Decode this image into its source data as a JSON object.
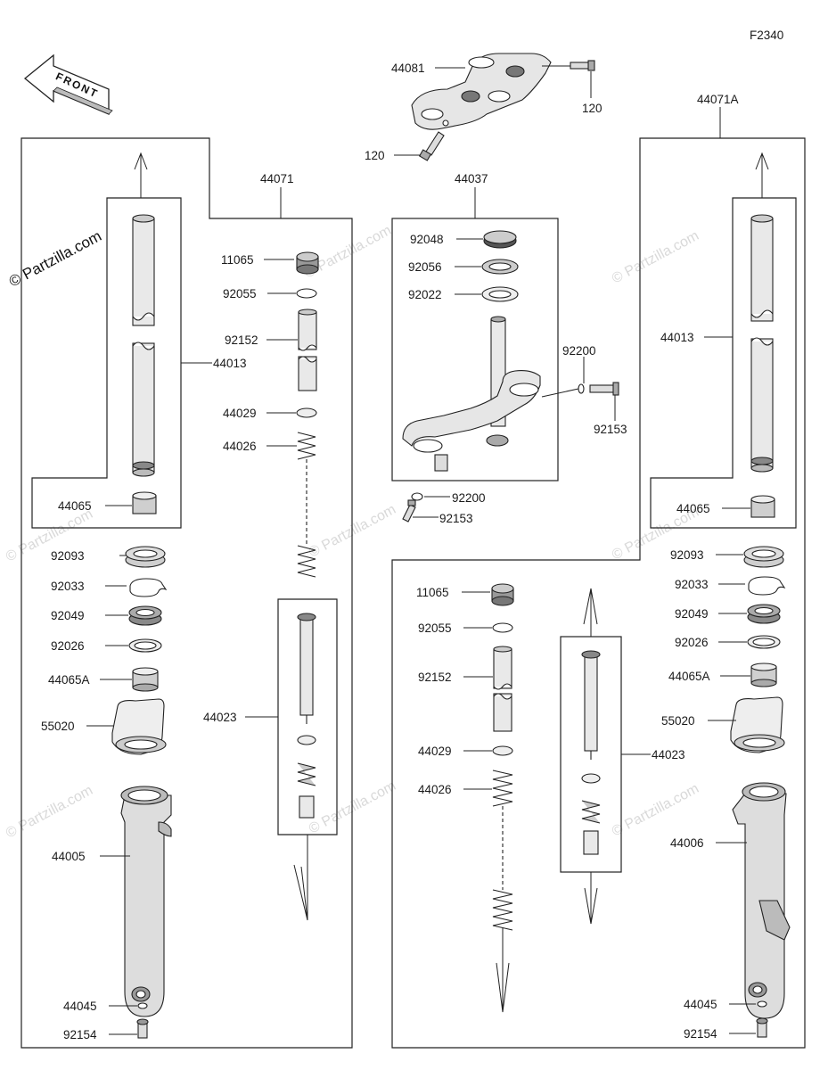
{
  "diagram_code": "F2340",
  "front_label": "FRONT",
  "watermark": "© Partzilla.com",
  "groups": {
    "left_fork": "44071",
    "right_fork": "44071A",
    "stem": "44037"
  },
  "parts": {
    "upper_bracket": "44081",
    "bolt_120": "120",
    "inner_tube": "44013",
    "bushing": "44065",
    "bushing_a": "44065A",
    "oil_seal": "92093",
    "stopper_ring": "92033",
    "dust_seal": "92049",
    "washer": "92026",
    "fork_guard": "55020",
    "outer_tube_left": "44005",
    "outer_tube_right": "44006",
    "gasket": "44045",
    "bolt_92154": "92154",
    "cap_bolt": "11065",
    "o_ring": "92055",
    "collar": "92152",
    "spring_seat": "44029",
    "spring": "44026",
    "cylinder_unit": "44023",
    "nut_92048": "92048",
    "washer_92056": "92056",
    "washer_92022": "92022",
    "o_ring_92200": "92200",
    "bolt_92153": "92153"
  }
}
